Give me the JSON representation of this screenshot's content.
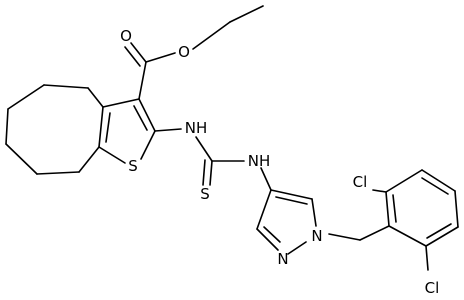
{
  "molecule": {
    "atom_labels": {
      "carbonyl_o": "O",
      "ester_o": "O",
      "thiophene_s": "S",
      "amine_nh_1": "NH",
      "thiocarbonyl_s": "S",
      "amine_nh_2": "NH",
      "pyrazole_n1": "N",
      "pyrazole_n2": "N",
      "chloro_top": "Cl",
      "chloro_bottom": "Cl"
    }
  }
}
